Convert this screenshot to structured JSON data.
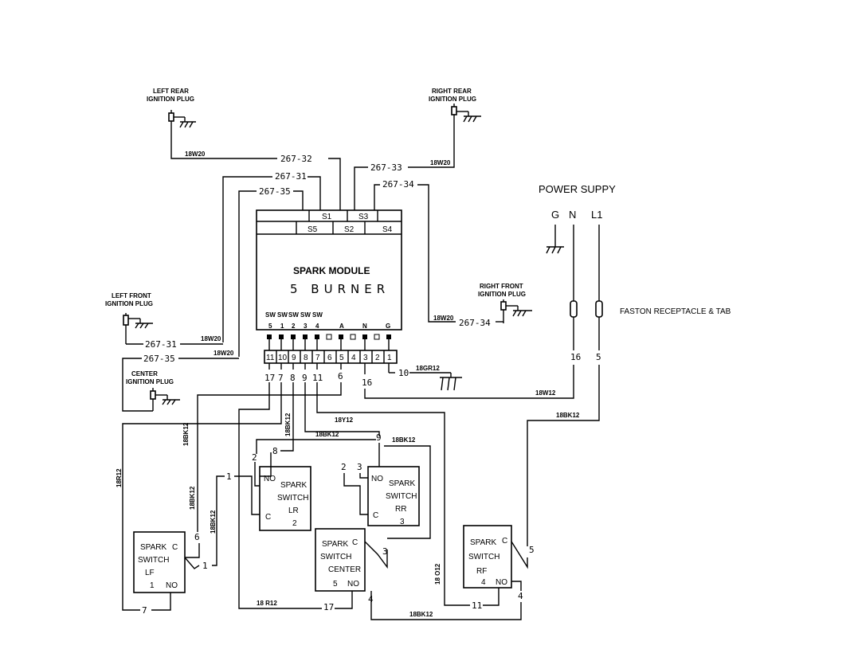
{
  "plugs": {
    "left_rear": [
      "LEFT REAR",
      "IGNITION PLUG"
    ],
    "right_rear": [
      "RIGHT REAR",
      "IGNITION PLUG"
    ],
    "left_front": [
      "LEFT FRONT",
      "IGNITION PLUG"
    ],
    "right_front": [
      "RIGHT FRONT",
      "IGNITION PLUG"
    ],
    "center": [
      "CENTER",
      "IGNITION PLUG"
    ]
  },
  "wires": {
    "w267_32": "267-32",
    "w267_33": "267-33",
    "w267_31": "267-31",
    "w267_35": "267-35",
    "w267_34": "267-34",
    "w267_31b": "267-31",
    "w267_35b": "267-35",
    "w267_34b": "267-34",
    "g18w20a": "18W20",
    "g18w20b": "18W20",
    "g18w20c": "18W20",
    "g18w20d": "18W20",
    "g18w20e": "18W20",
    "g18gr12": "18GR12",
    "g18w12": "18W12",
    "g18bk12a": "18BK12",
    "g18bk12b": "18BK12",
    "g18bk12c": "18BK12",
    "g18bk12d": "18BK12",
    "g18bk12e": "18BK12",
    "g18bk12f": "18BK12",
    "g18y12": "18Y12",
    "g18r12a": "18R12",
    "g18r12b": "18 R12",
    "g18o12": "18 O12",
    "g18bk12g": "18BK12",
    "g18bk12h": "18BK12"
  },
  "module": {
    "title": "SPARK MODULE",
    "subtitle": "5 BURNER",
    "outputs": [
      "S1",
      "S3",
      "S5",
      "S2",
      "S4"
    ],
    "sw_labels": [
      "SW",
      "SW",
      "SW",
      "SW",
      "SW"
    ],
    "sw_numbers": [
      "5",
      "1",
      "2",
      "3",
      "4"
    ],
    "a": "A",
    "n": "N",
    "g": "G",
    "terminals": [
      "11",
      "10",
      "9",
      "8",
      "7",
      "6",
      "5",
      "4",
      "3",
      "2",
      "1"
    ]
  },
  "nums": {
    "n17a": "17",
    "n7a": "7",
    "n8a": "8",
    "n9a": "9",
    "n11a": "11",
    "n6a": "6",
    "n10": "10",
    "n16a": "16",
    "n16b": "16",
    "n5a": "5",
    "n8b": "8",
    "n2a": "2",
    "n9b": "9",
    "n3a": "3",
    "n2b": "2",
    "n1": "1",
    "n6b": "6",
    "n1b": "1",
    "n3b": "3",
    "n5b": "5",
    "n4a": "4",
    "n4b": "4",
    "n7b": "7",
    "n17b": "17",
    "n11b": "11"
  },
  "power": {
    "title": "POWER SUPPY",
    "g": "G",
    "n": "N",
    "l1": "L1",
    "faston": "FASTON RECEPTACLE & TAB"
  },
  "switches": {
    "lr": [
      "SPARK",
      "SWITCH",
      "LR",
      "2"
    ],
    "rr": [
      "SPARK",
      "SWITCH",
      "RR",
      "3"
    ],
    "lf": [
      "SPARK",
      "SWITCH",
      "LF",
      "1"
    ],
    "center": [
      "SPARK",
      "SWITCH",
      "CENTER",
      "5"
    ],
    "rf": [
      "SPARK",
      "SWITCH",
      "RF",
      "4"
    ],
    "no": "NO",
    "c": "C"
  }
}
